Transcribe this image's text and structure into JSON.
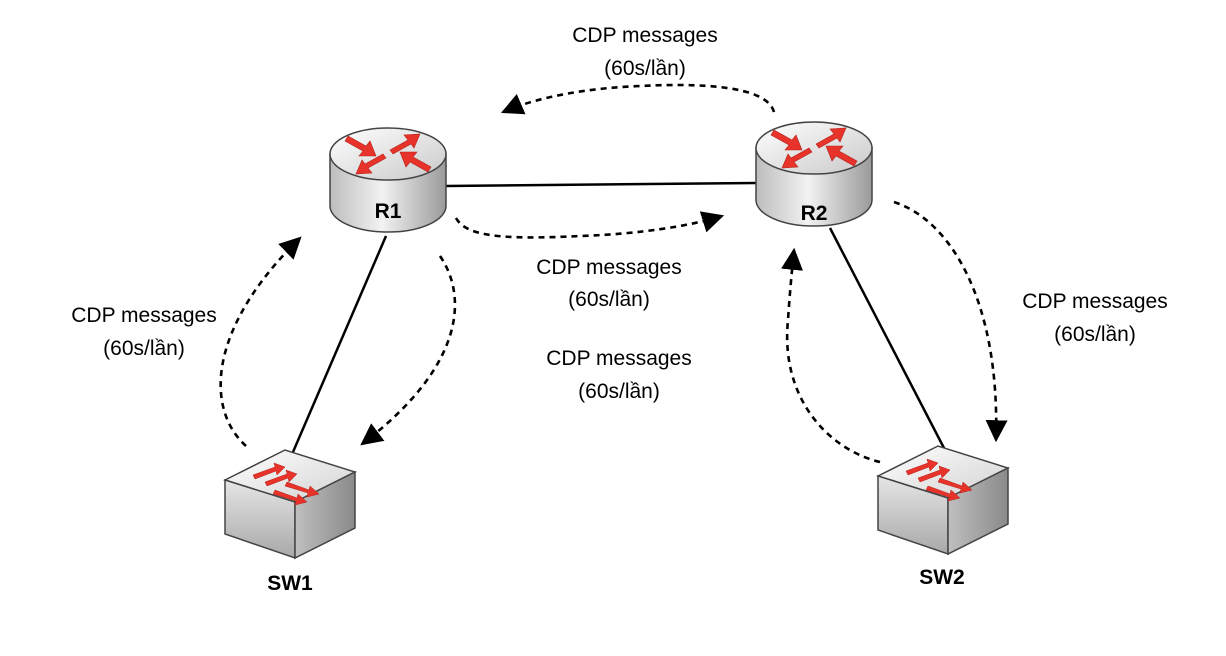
{
  "devices": {
    "r1": {
      "label": "R1"
    },
    "r2": {
      "label": "R2"
    },
    "sw1": {
      "label": "SW1"
    },
    "sw2": {
      "label": "SW2"
    }
  },
  "messages": {
    "r2_to_r1": {
      "line1": "CDP messages",
      "line2": "(60s/lần)"
    },
    "r1_to_r2": {
      "line1": "CDP messages",
      "line2": "(60s/lần)"
    },
    "r1_to_sw1": {
      "line1": "CDP messages",
      "line2": "(60s/lần)"
    },
    "sw1_to_r1": {
      "line1": "CDP messages",
      "line2": "(60s/lần)"
    },
    "r2_to_sw2": {
      "line1": "CDP messages",
      "line2": "(60s/lần)"
    }
  },
  "colors": {
    "arrow_red": "#e8332a",
    "device_light": "#ededed",
    "device_dark": "#8c8c8c",
    "line": "#000000"
  },
  "icons": {
    "router": "router-icon",
    "switch": "switch-icon"
  }
}
